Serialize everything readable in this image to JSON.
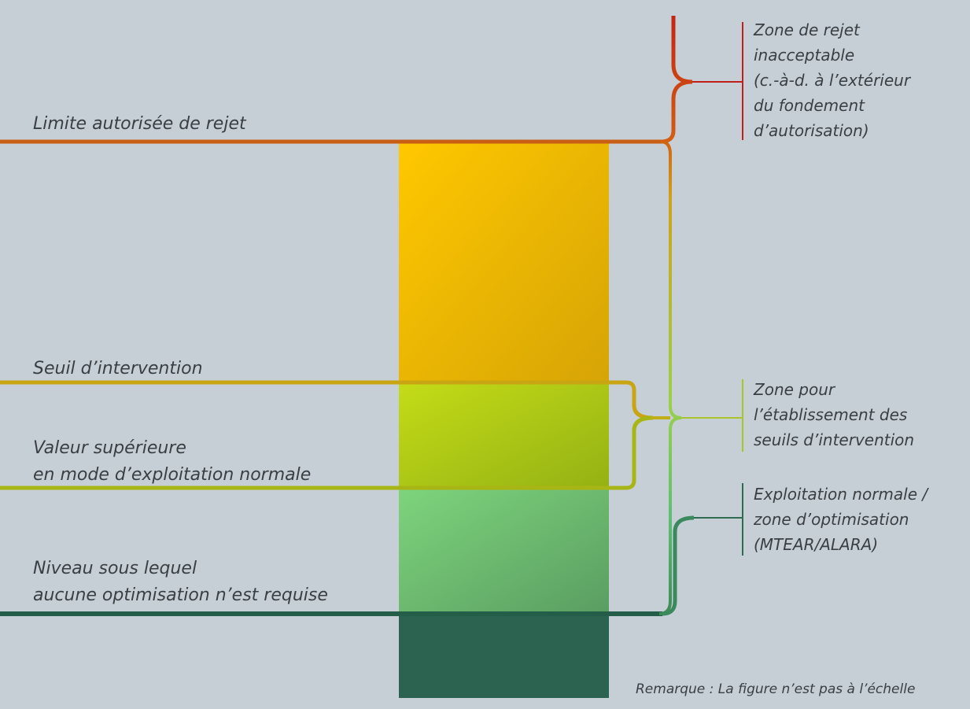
{
  "left_labels": {
    "limit": "Limite autorisée de rejet",
    "action_threshold": "Seuil d’intervention",
    "upper_value_l1": "Valeur supérieure",
    "upper_value_l2": "en mode d’exploitation normale",
    "no_opt_l1": "Niveau sous lequel",
    "no_opt_l2": "aucune optimisation n’est requise"
  },
  "right_labels": {
    "zone_unacceptable": [
      "Zone de rejet",
      "inacceptable",
      "(c.-à-d. à l’extérieur",
      "du fondement",
      "d’autorisation)"
    ],
    "zone_thresholds": [
      "Zone pour",
      "l’établissement des",
      "seuils d’intervention"
    ],
    "zone_optimisation": [
      "Exploitation normale /",
      "zone d’optimisation",
      "(MTEAR/ALARA)"
    ]
  },
  "note": "Remarque : La figure n’est pas à l’échelle",
  "colors": {
    "background": "#c6cfd5",
    "limit_line": "#c85f14",
    "action_line": "#c9a413",
    "upper_line": "#a8b615",
    "no_opt_line": "#245e48",
    "zone_red": "#c0201b",
    "zone_yellow_green": "#a9c52b",
    "zone_green": "#2f6b50"
  }
}
